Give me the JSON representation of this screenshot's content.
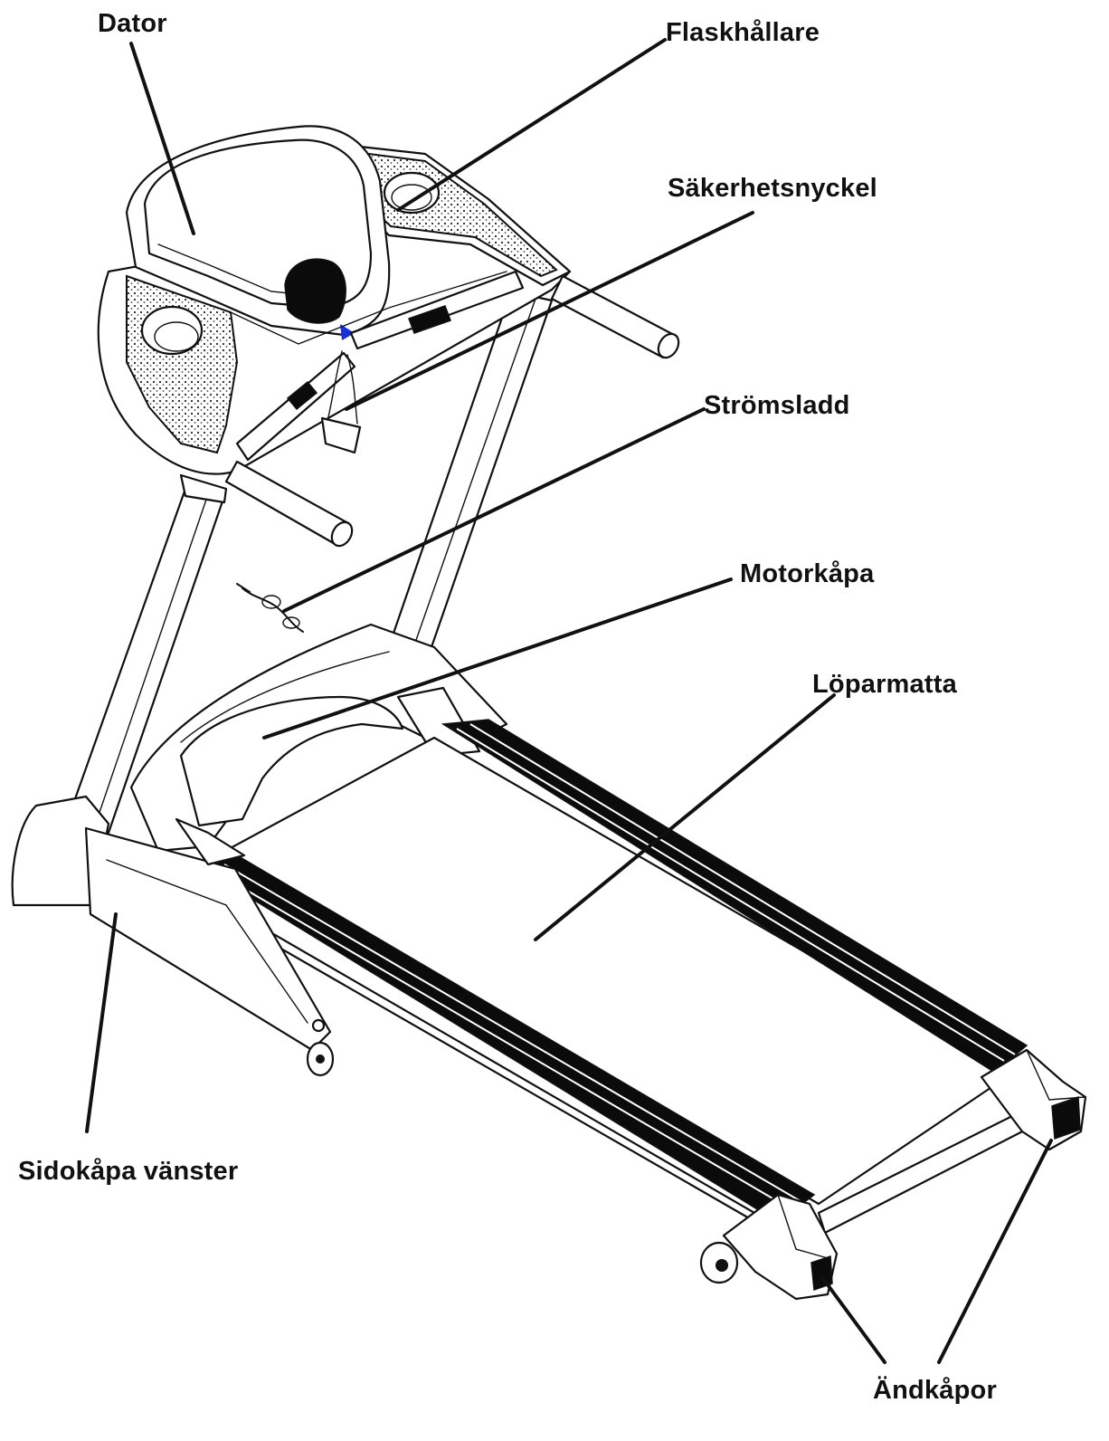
{
  "diagram": {
    "accent_color": "#1a2fd6",
    "labels": {
      "dator": "Dator",
      "flaskhallare": "Flaskhållare",
      "sakerhetsnyckel": "Säkerhetsnyckel",
      "stromsladd": "Strömsladd",
      "motorkapa": "Motorkåpa",
      "loparmatta": "Löparmatta",
      "sidokapa_vanster": "Sidokåpa vänster",
      "andkapor": "Ändkåpor"
    }
  }
}
